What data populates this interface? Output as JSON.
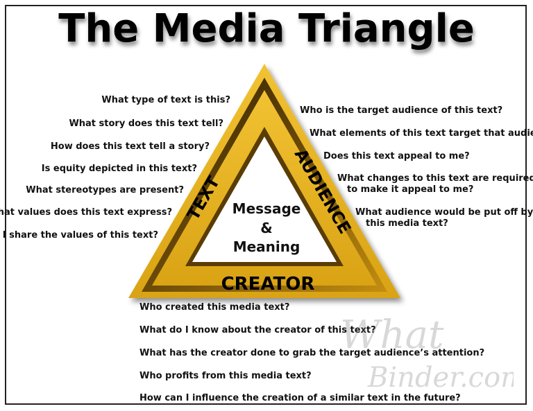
{
  "title": "The Media Triangle",
  "colors": {
    "triangle_gold": "#e8b21e",
    "triangle_dark": "#3a2a05",
    "text": "#111111",
    "background": "#ffffff"
  },
  "triangle": {
    "sides": {
      "left": "TEXT",
      "right": "AUDIENCE",
      "bottom": "CREATOR"
    },
    "center": {
      "line1": "Message",
      "line2": "&",
      "line3": "Meaning"
    }
  },
  "text_questions": [
    "What type of text is this?",
    "What story does this text tell?",
    "How does this text tell a story?",
    "Is equity depicted in this text?",
    "What stereotypes are present?",
    "What values does this text express?",
    "Do I share the values of this text?"
  ],
  "audience_questions": [
    "Who is the target audience of this text?",
    "What elements of this text target that audience?",
    "Does this text appeal to me?",
    "What changes to this text are required",
    "to make it appeal to me?",
    "What audience would be put off by",
    "this media text?"
  ],
  "creator_questions": [
    "Who created this media text?",
    "What do I know about the creator of this text?",
    "What has the creator done to grab the target audience’s attention?",
    "Who profits from this media text?",
    "How can I influence the creation of a similar text in the future?"
  ],
  "watermark": {
    "line1": "What",
    "line2": "Binder.com"
  }
}
